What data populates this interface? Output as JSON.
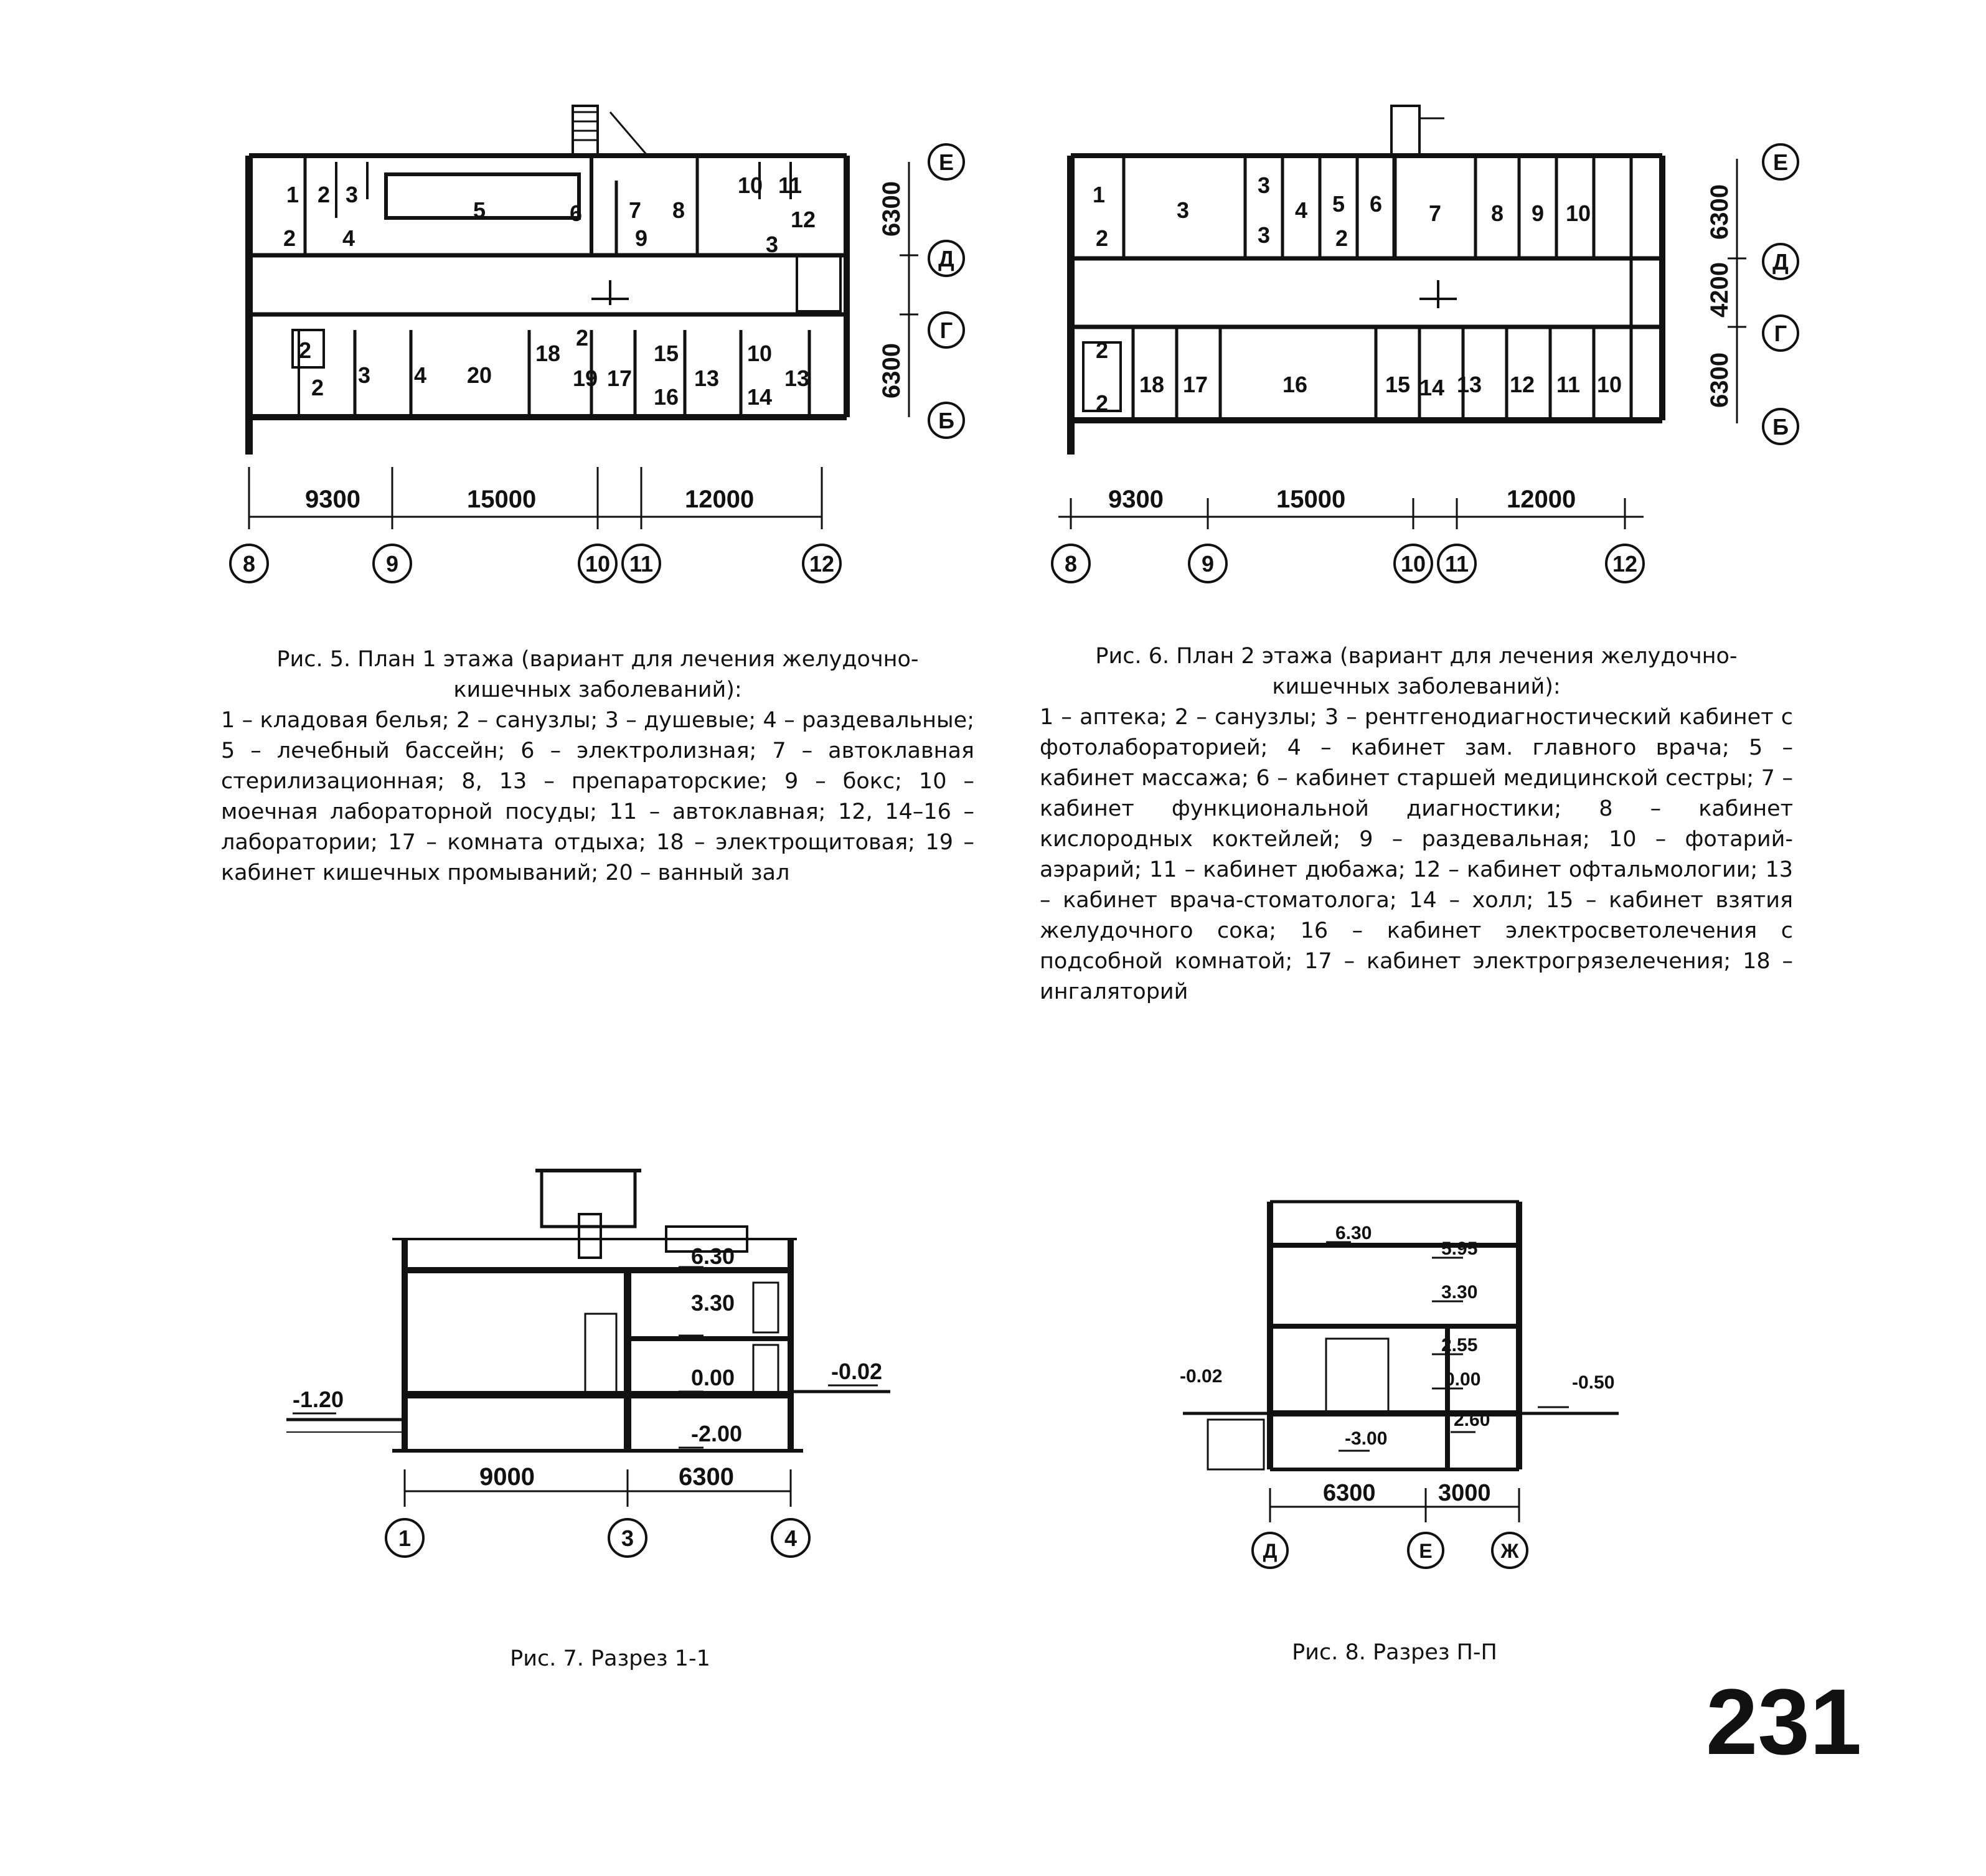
{
  "plan1": {
    "axes_rows": [
      "Е",
      "Д",
      "Г",
      "Б"
    ],
    "row_dims": [
      "6300",
      "6300"
    ],
    "axes_cols": [
      "8",
      "9",
      "10",
      "11",
      "12"
    ],
    "col_dims": [
      "9300",
      "15000",
      "12000"
    ],
    "rooms_top": [
      "1",
      "2",
      "3",
      "2",
      "4",
      "5",
      "6",
      "7",
      "9",
      "8",
      "10",
      "11",
      "12",
      "3"
    ],
    "rooms_bottom": [
      "2",
      "2",
      "3",
      "4",
      "20",
      "18",
      "2",
      "19",
      "17",
      "15",
      "16",
      "13",
      "10",
      "14",
      "13"
    ]
  },
  "plan2": {
    "axes_rows": [
      "Е",
      "Д",
      "Г",
      "Б"
    ],
    "row_dims": [
      "6300",
      "4200",
      "6300"
    ],
    "axes_cols": [
      "8",
      "9",
      "10",
      "11",
      "12"
    ],
    "col_dims": [
      "9300",
      "15000",
      "12000"
    ],
    "rooms_top": [
      "1",
      "2",
      "3",
      "3",
      "3",
      "4",
      "5",
      "2",
      "6",
      "7",
      "8",
      "9",
      "10"
    ],
    "rooms_bottom": [
      "2",
      "2",
      "18",
      "17",
      "16",
      "15",
      "14",
      "13",
      "12",
      "11",
      "10"
    ]
  },
  "section1": {
    "levels": [
      "6.30",
      "3.30",
      "0.00",
      "-2.00",
      "-1.20",
      "-0.02"
    ],
    "dims": [
      "9000",
      "6300"
    ],
    "axes": [
      "1",
      "3",
      "4"
    ]
  },
  "section2": {
    "levels": [
      "6.30",
      "5.95",
      "3.30",
      "2.55",
      "0.00",
      "-0.02",
      "-0.50",
      "-3.00",
      "2.60"
    ],
    "dims": [
      "6300",
      "3000"
    ],
    "axes": [
      "Д",
      "Е",
      "Ж"
    ]
  },
  "fig5": {
    "title": "Рис. 5. План 1 этажа (вариант для лечения желудочно-кишечных заболеваний):",
    "legend": "1 – кладовая белья; 2 – санузлы; 3 – душевые; 4 – раздевальные; 5 – лечебный бассейн; 6 – электролизная; 7 – автоклавная стерилизационная; 8, 13 – препараторские; 9 – бокс; 10 – моечная лабораторной посуды; 11 – автоклавная; 12, 14–16 – лаборатории; 17 – комната отдыха; 18 – электрощитовая; 19 – кабинет кишечных промываний; 20 – ванный зал"
  },
  "fig6": {
    "title": "Рис. 6. План 2 этажа (вариант для лечения желудочно-кишечных заболеваний):",
    "legend": "1 – аптека; 2 – санузлы; 3 – рентгенодиагностический кабинет с фотолабораторией; 4 – кабинет зам. главного врача; 5 – кабинет массажа; 6 – кабинет старшей медицинской сестры; 7 – кабинет функциональной диагностики; 8 – кабинет кислородных коктейлей; 9 – раздевальная; 10 – фотарий-аэрарий; 11 – кабинет дюбажа; 12 – кабинет офтальмологии; 13 – кабинет врача-стоматолога; 14 – холл; 15 – кабинет взятия желудочного сока; 16 – кабинет электросветолечения с подсобной комнатой; 17 – кабинет электрогрязелечения; 18 – ингаляторий"
  },
  "fig7": {
    "caption": "Рис. 7. Разрез 1-1"
  },
  "fig8": {
    "caption": "Рис. 8. Разрез П-П"
  },
  "page_number": "231"
}
